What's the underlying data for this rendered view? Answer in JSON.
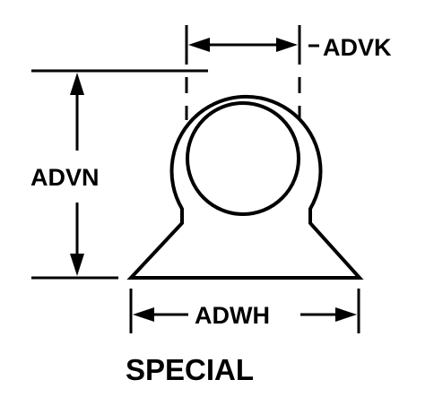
{
  "diagram": {
    "title": "SPECIAL",
    "dimensions": {
      "top_width": "ADVK",
      "height": "ADVN",
      "base_width": "ADWH"
    },
    "colors": {
      "ink": "#000000",
      "background": "#ffffff"
    }
  }
}
